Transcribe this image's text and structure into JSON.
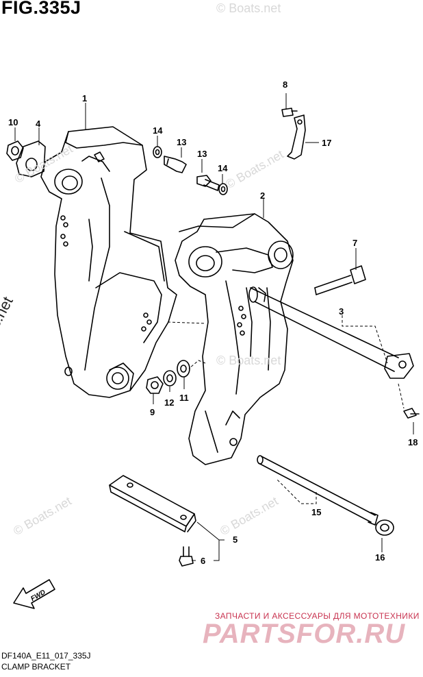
{
  "figure": {
    "title": "FIG.335J",
    "model_code": "DF140A_E11_017_335J",
    "caption": "CLAMP BRACKET"
  },
  "watermarks": {
    "small": "© Boats.net",
    "large": "© Boats.net"
  },
  "promo": {
    "text_ru": "ЗАПЧАСТИ И АКСЕССУАРЫ ДЛЯ МОТОТЕХНИКИ",
    "logo": "PARTSFOR.RU"
  },
  "fwd_label": "FWD",
  "callouts": [
    "1",
    "2",
    "3",
    "4",
    "5",
    "6",
    "7",
    "8",
    "9",
    "10",
    "11",
    "12",
    "13",
    "13",
    "14",
    "14",
    "15",
    "16",
    "17",
    "18"
  ]
}
